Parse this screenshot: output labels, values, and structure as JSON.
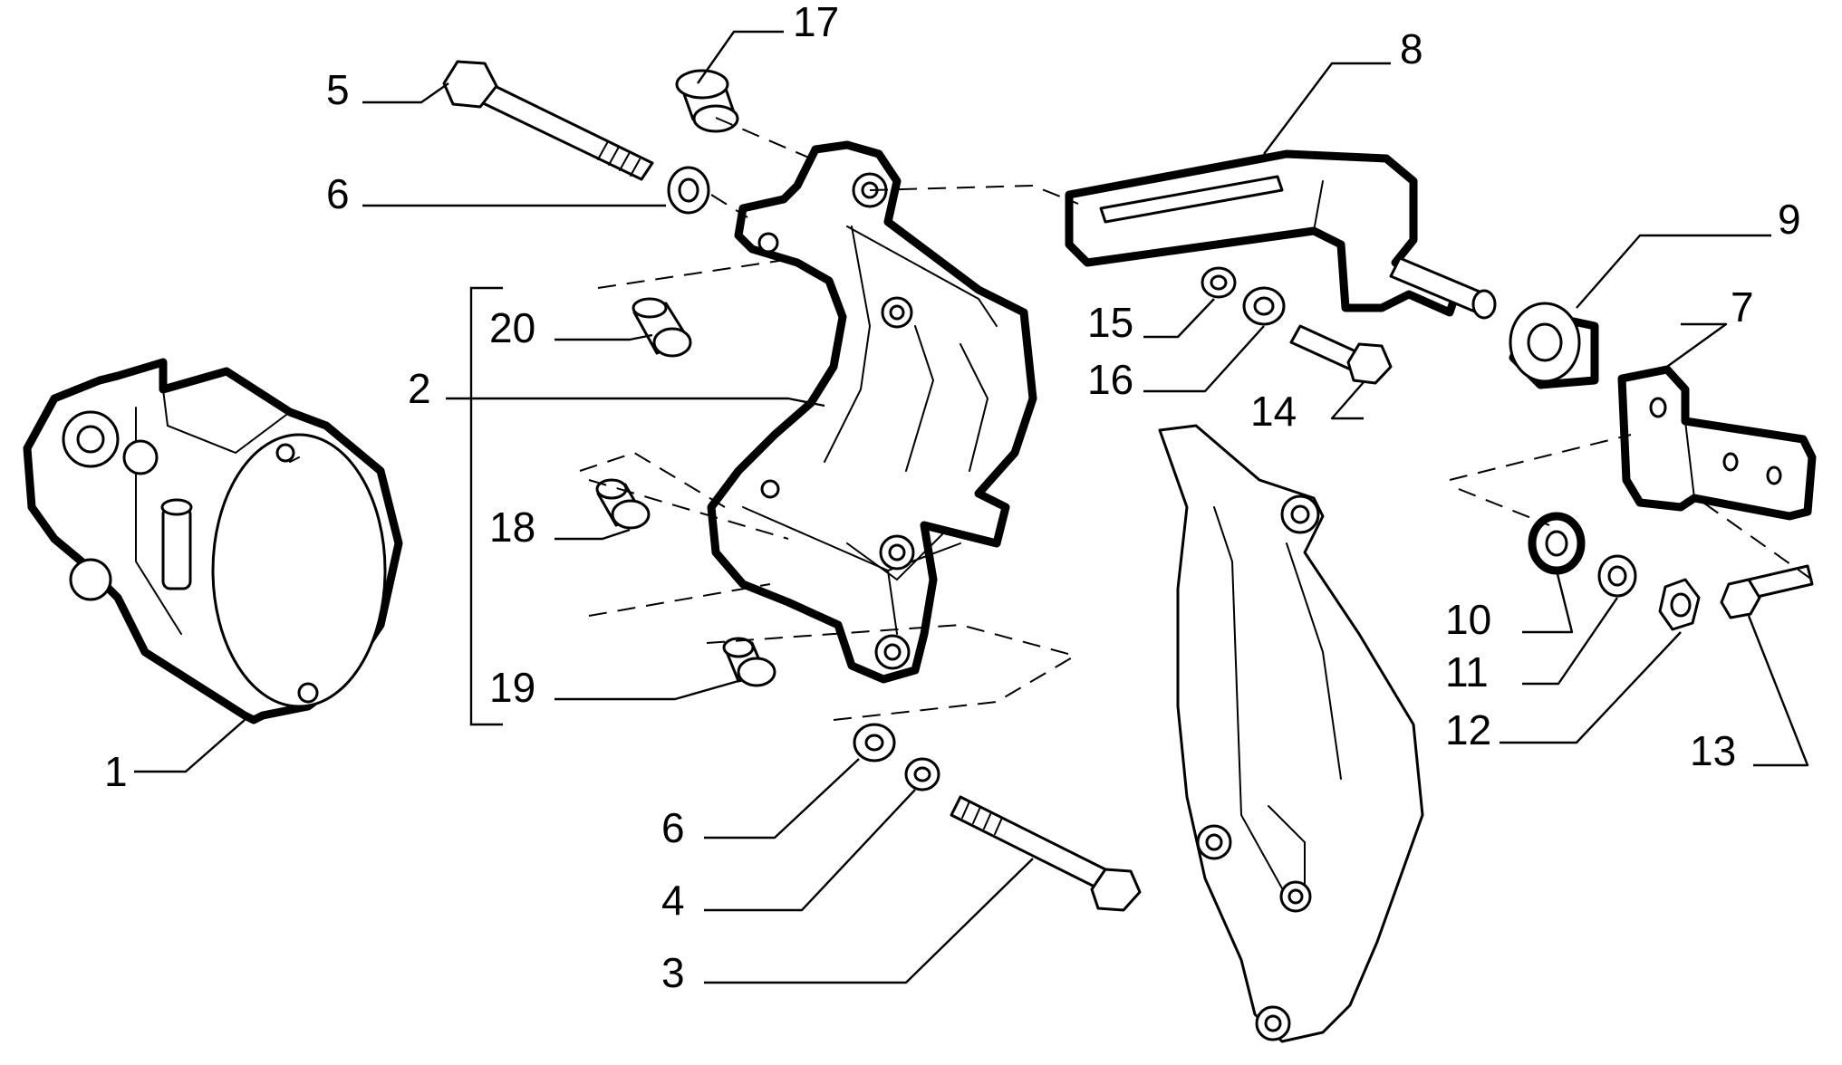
{
  "colors": {
    "line": "#000000",
    "background": "#ffffff"
  },
  "callouts": [
    {
      "id": "1",
      "text": "1"
    },
    {
      "id": "2",
      "text": "2"
    },
    {
      "id": "3",
      "text": "3"
    },
    {
      "id": "4",
      "text": "4"
    },
    {
      "id": "5",
      "text": "5"
    },
    {
      "id": "6a",
      "text": "6"
    },
    {
      "id": "6b",
      "text": "6"
    },
    {
      "id": "7",
      "text": "7"
    },
    {
      "id": "8",
      "text": "8"
    },
    {
      "id": "9",
      "text": "9"
    },
    {
      "id": "10",
      "text": "10"
    },
    {
      "id": "11",
      "text": "11"
    },
    {
      "id": "12",
      "text": "12"
    },
    {
      "id": "13",
      "text": "13"
    },
    {
      "id": "14",
      "text": "14"
    },
    {
      "id": "15",
      "text": "15"
    },
    {
      "id": "16",
      "text": "16"
    },
    {
      "id": "17",
      "text": "17"
    },
    {
      "id": "18",
      "text": "18"
    },
    {
      "id": "19",
      "text": "19"
    },
    {
      "id": "20",
      "text": "20"
    }
  ]
}
